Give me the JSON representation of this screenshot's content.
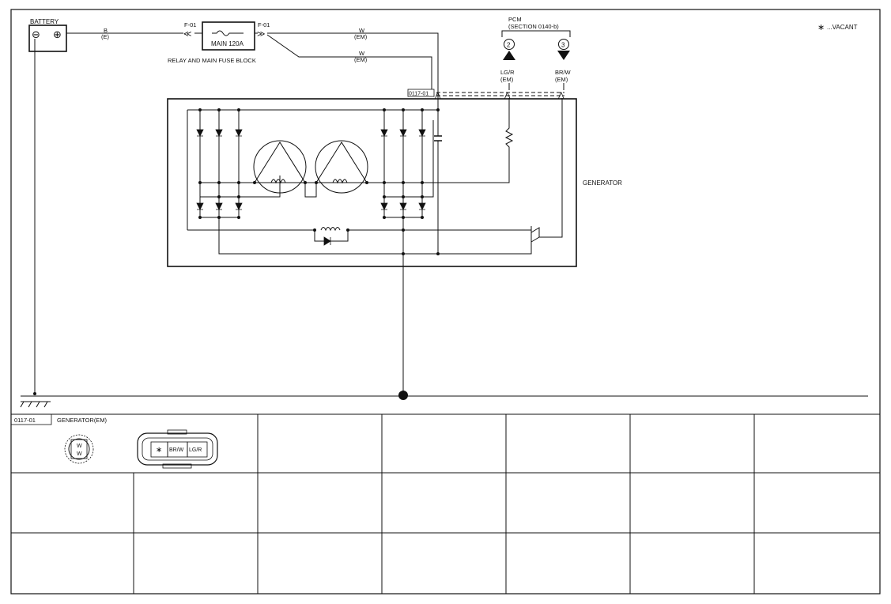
{
  "legend": {
    "symbol": "∗",
    "text": "...VACANT"
  },
  "battery": {
    "label": "BATTERY",
    "minus": "⊖",
    "plus": "⊕"
  },
  "wire_b": {
    "color": "B",
    "harness": "(E)"
  },
  "fuse_block": {
    "connector_left": "F-01",
    "connector_right": "F-01",
    "fuse_label": "MAIN 120A",
    "caption": "RELAY AND MAIN FUSE BLOCK"
  },
  "wire_w1": {
    "color": "W",
    "harness": "(EM)"
  },
  "wire_w2": {
    "color": "W",
    "harness": "(EM)"
  },
  "pcm": {
    "title": "PCM",
    "section": "(SECTION 0140-b)",
    "pin_a": "2",
    "pin_b": "3",
    "wire_a_color": "LG/R",
    "wire_a_harness": "(EM)",
    "wire_b_color": "BR/W",
    "wire_b_harness": "(EM)"
  },
  "connector_tag": "0117-01",
  "generator": {
    "label": "GENERATOR"
  },
  "connector_table": {
    "code": "0117-01",
    "name": "GENERATOR(EM)",
    "round_terminal": [
      "W",
      "W"
    ],
    "pins": [
      "∗",
      "BR/W",
      "LG/R"
    ]
  }
}
